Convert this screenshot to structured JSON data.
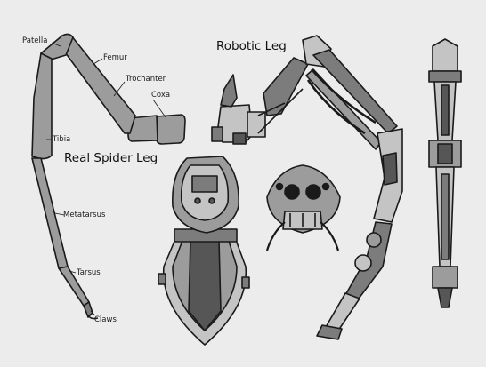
{
  "titles": {
    "robotic": "Robotic Leg",
    "real": "Real Spider Leg"
  },
  "labels": {
    "patella": "Patella",
    "femur": "Femur",
    "trochanter": "Trochanter",
    "coxa": "Coxa",
    "tibia": "Tibia",
    "metatarsus": "Metatarsus",
    "tarsus": "Tarsus",
    "claws": "Claws"
  },
  "colors": {
    "background": "#ececec",
    "segment_fill": "#9c9c9c",
    "dark_metal": "#565656",
    "mid_metal": "#7c7c7c",
    "light_metal": "#c4c4c4",
    "outline": "#1a1a1a"
  }
}
